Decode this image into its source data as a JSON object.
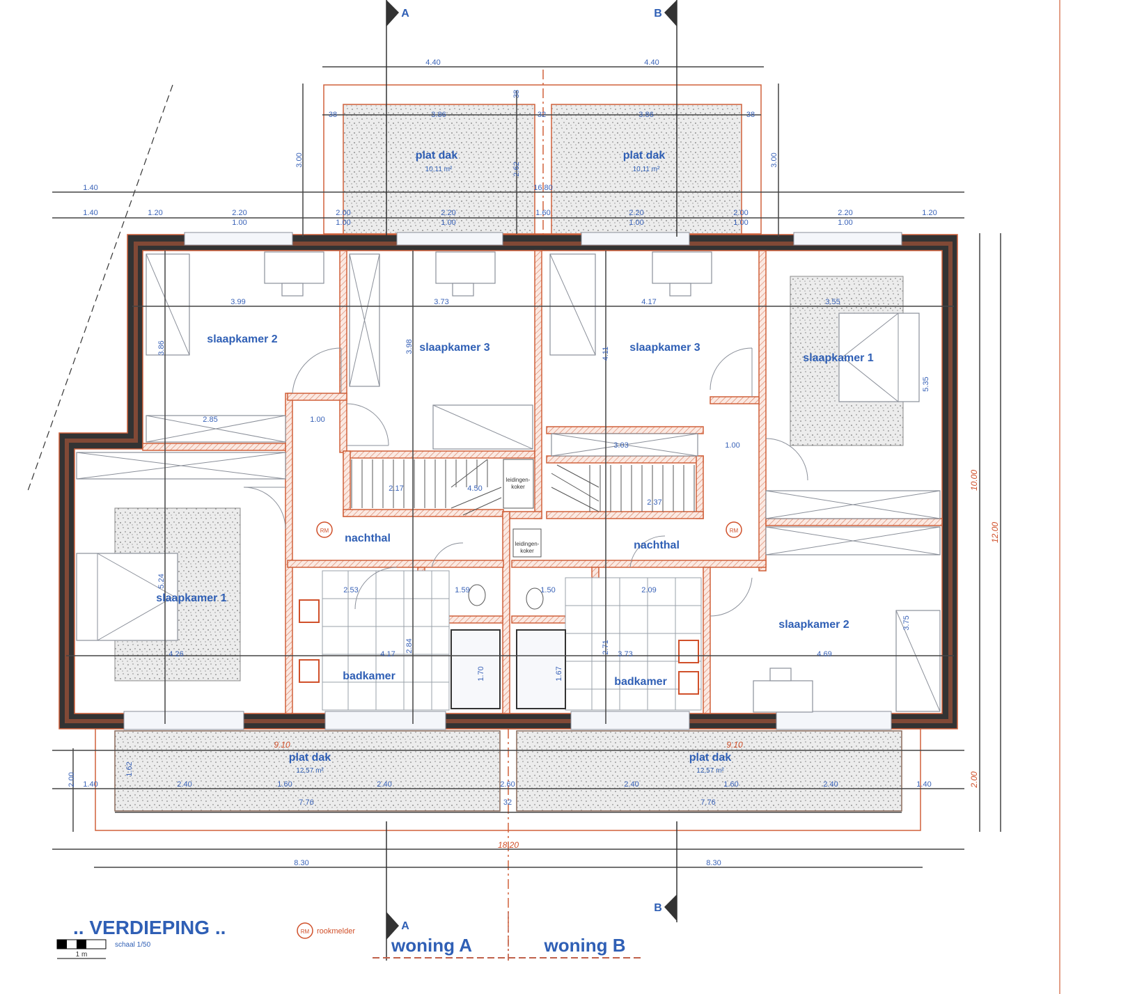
{
  "title": ".. VERDIEPING ..",
  "scale": {
    "label": "schaal 1/50",
    "bar_label": "1 m"
  },
  "legend": {
    "rm_symbol": "RM",
    "rm_label": "rookmelder"
  },
  "units": {
    "a": "woning A",
    "b": "woning B"
  },
  "sections": {
    "a": "A",
    "b": "B"
  },
  "rooms": {
    "a_slaapkamer2": "slaapkamer 2",
    "a_slaapkamer3": "slaapkamer 3",
    "b_slaapkamer3": "slaapkamer 3",
    "b_slaapkamer1": "slaapkamer 1",
    "a_nachthal": "nachthal",
    "b_nachthal": "nachthal",
    "a_slaapkamer1": "slaapkamer 1",
    "a_badkamer": "badkamer",
    "b_badkamer": "badkamer",
    "b_slaapkamer2": "slaapkamer 2",
    "leidingen_a": "leidingen-",
    "koker_a": "koker",
    "leidingen_b": "leidingen-",
    "koker_b": "koker"
  },
  "roofs": [
    {
      "label": "plat dak",
      "area": "10,11 m²"
    },
    {
      "label": "plat dak",
      "area": "10,11 m²"
    },
    {
      "label": "plat dak",
      "area": "12,57 m²"
    },
    {
      "label": "plat dak",
      "area": "12,57 m²"
    }
  ],
  "dims": [
    "4.40",
    "4.40",
    "38",
    "3.86",
    "32",
    "3.86",
    "38",
    "3.00",
    "3.00",
    "2.62",
    "38",
    "1.40",
    "16.80",
    "1.40",
    "1.20",
    "2.20",
    "2.00",
    "2.20",
    "1.60",
    "2.20",
    "2.00",
    "2.20",
    "1.20",
    "1.00",
    "1.00",
    "1.00",
    "1.00",
    "1.00",
    "1.00",
    "3.99",
    "3.73",
    "4.17",
    "3.55",
    "3.86",
    "3.98",
    "4.11",
    "5.35",
    "2.85",
    "1.00",
    "3.03",
    "1.00",
    "2.17",
    "4.50",
    "2.37",
    "5.24",
    "4.26",
    "4.17",
    "2.84",
    "4.69",
    "3.75",
    "2.53",
    "1.59",
    "1.50",
    "2.09",
    "2.71",
    "3.73",
    "1.70",
    "1.67",
    "9.10",
    "9.10",
    "1.40",
    "2.40",
    "1.60",
    "2.40",
    "2.60",
    "2.40",
    "1.60",
    "2.40",
    "1.40",
    "7.76",
    "7.76",
    "32",
    "18.20",
    "8.30",
    "8.30",
    "10.00",
    "12.00",
    "2.00",
    "2.00",
    "1.62"
  ],
  "colors": {
    "text": "#2f5fb5",
    "red": "#d0502a",
    "wall": "#333333"
  }
}
